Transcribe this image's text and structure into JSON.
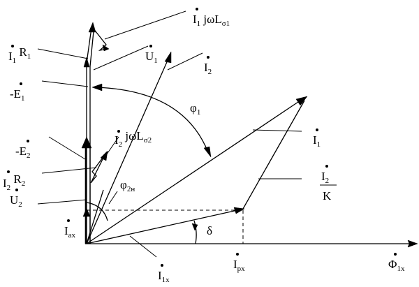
{
  "labels": {
    "i1_jwl_s1": {
      "main": "I",
      "sub1": "1",
      "mid": " jωL",
      "sub2": "σ1"
    },
    "i1_r1": {
      "main": "I",
      "sub1": "1",
      "mid": " R",
      "sub2": "1"
    },
    "u1": {
      "main": "U",
      "sub1": "1"
    },
    "i2_top": {
      "main": "I",
      "sub1": "2"
    },
    "neg_e1": {
      "main": "-E",
      "sub1": "1"
    },
    "phi1": {
      "main": "φ",
      "sub1": "1"
    },
    "i2_jwl_s2": {
      "main": "I",
      "sub1": "2",
      "mid": " jωL",
      "sub2": "σ2"
    },
    "neg_e2": {
      "main": "-E",
      "sub1": "2"
    },
    "i1_right": {
      "main": "I",
      "sub1": "1"
    },
    "i2_r2": {
      "main": "I",
      "sub1": "2",
      "mid": " R",
      "sub2": "2"
    },
    "phi2n": {
      "main": "φ",
      "sub1": "2н"
    },
    "i2_over_k": {
      "num": "I",
      "num_sub": "2",
      "den": "K"
    },
    "u2": {
      "main": "U",
      "sub1": "2"
    },
    "iax": {
      "main": "I",
      "sub1": "ax"
    },
    "delta": {
      "main": "δ"
    },
    "i1x": {
      "main": "I",
      "sub1": "1x"
    },
    "ipx": {
      "main": "I",
      "sub1": "px"
    },
    "phi1x": {
      "main": "Φ",
      "sub1": "1x"
    }
  }
}
